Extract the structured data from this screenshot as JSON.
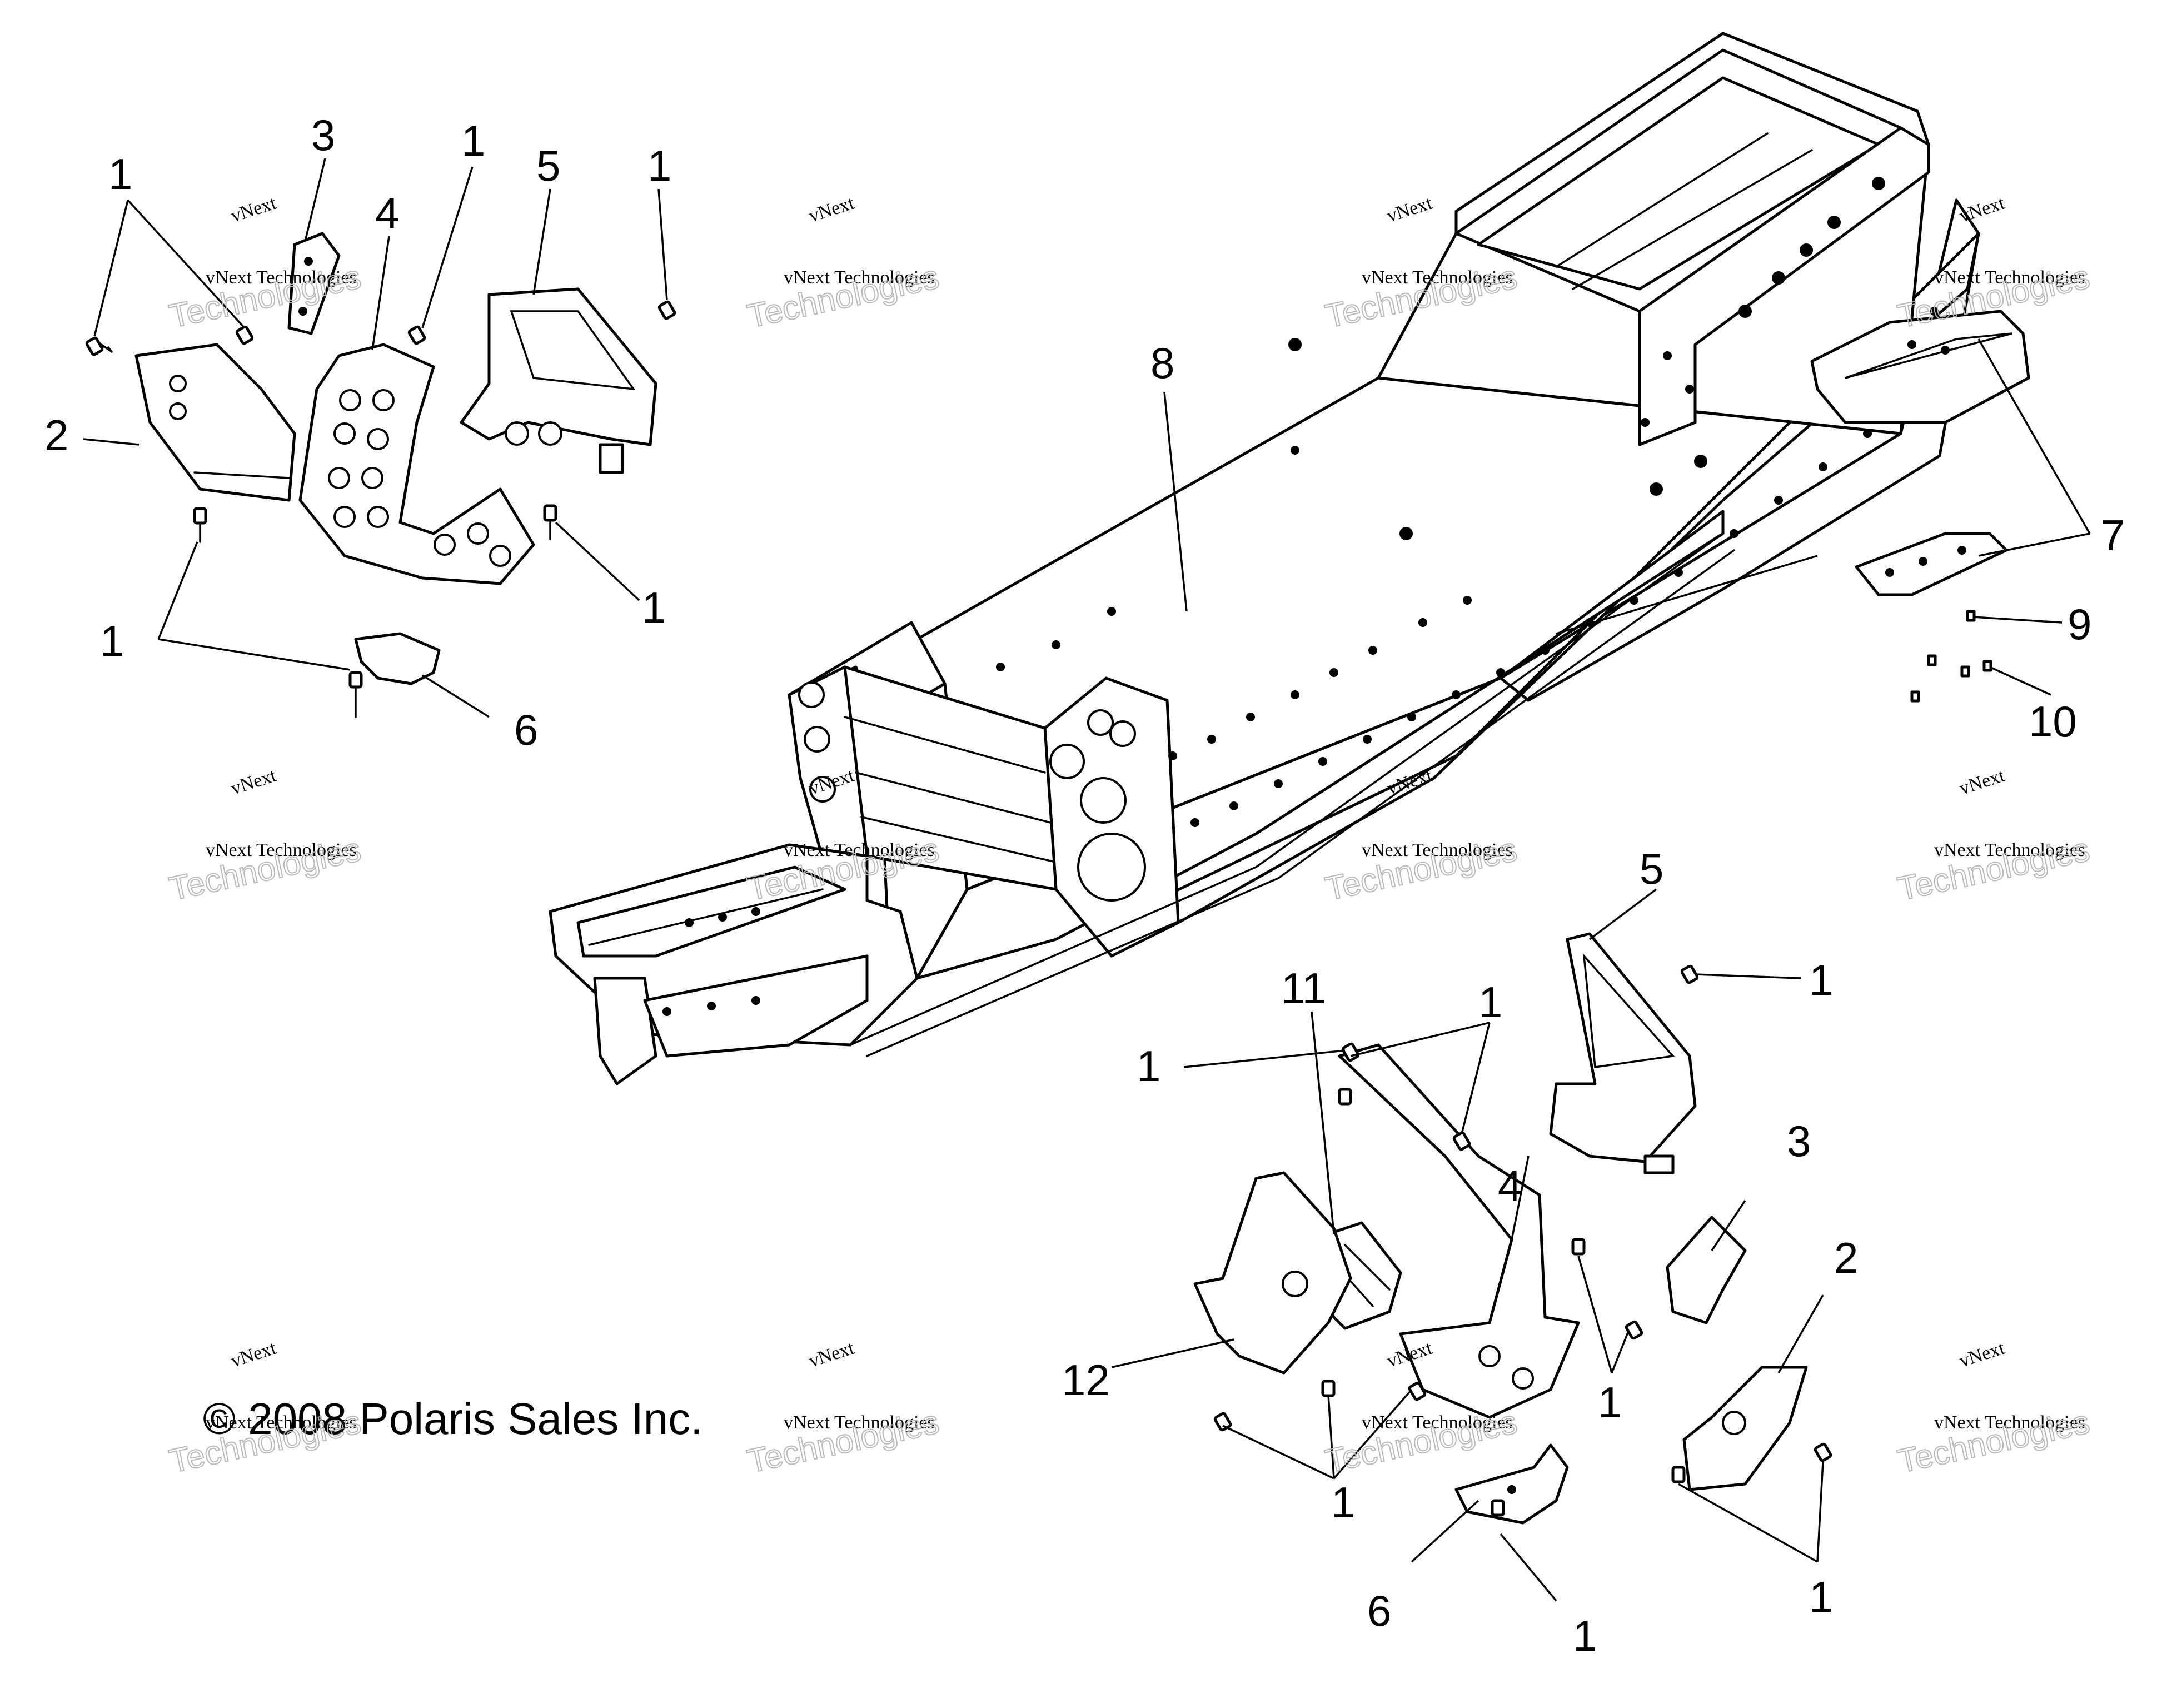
{
  "callouts": {
    "c1a": "1",
    "c1b": "1",
    "c1c": "1",
    "c1d": "1",
    "c1e": "1",
    "c1f": "1",
    "c1g": "1",
    "c1h": "1",
    "c1i": "1",
    "c1j": "1",
    "c1k": "1",
    "c1l": "1",
    "c2a": "2",
    "c2b": "2",
    "c3a": "3",
    "c3b": "3",
    "c4a": "4",
    "c4b": "4",
    "c5a": "5",
    "c5b": "5",
    "c6a": "6",
    "c6b": "6",
    "c7": "7",
    "c8": "8",
    "c9": "9",
    "c10": "10",
    "c11": "11",
    "c12": "12"
  },
  "copyright": "© 2008 Polaris Sales Inc.",
  "watermark": {
    "brand": "vNext",
    "company": "vNext Technologies",
    "large": "Technologies"
  }
}
